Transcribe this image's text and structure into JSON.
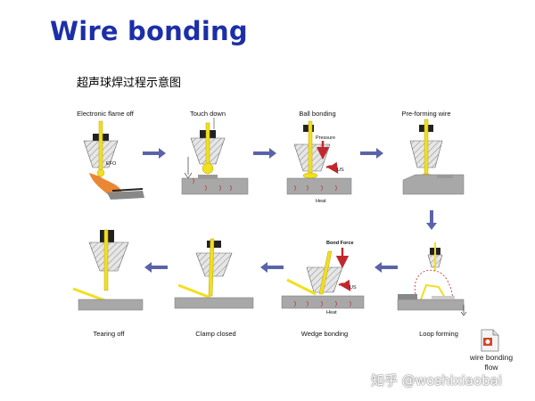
{
  "title": "Wire bonding",
  "subtitle": "超声球焊过程示意图",
  "steps": {
    "s1": "Electronic flame off",
    "s2": "Touch down",
    "s3": "Ball bonding",
    "s4": "Pre-forming wire",
    "s5": "Loop forming",
    "s6": "Wedge bonding",
    "s7": "Clamp closed",
    "s8": "Tearing off"
  },
  "annotations": {
    "efo": "EFO",
    "pressure": "Pressure",
    "us": "US",
    "heat": "Heat",
    "bond_force": "Bond Force"
  },
  "file_attachment": {
    "label": "wire bonding flow"
  },
  "watermark": "知乎 @woshixiaobai",
  "colors": {
    "title": "#1c2fa8",
    "arrow": "#5b63a8",
    "wire": "#f2df1f",
    "capillary": "#d9d9d9",
    "substrate": "#a8a8a8",
    "flame": "#e87a1e",
    "force": "#c0282d"
  }
}
